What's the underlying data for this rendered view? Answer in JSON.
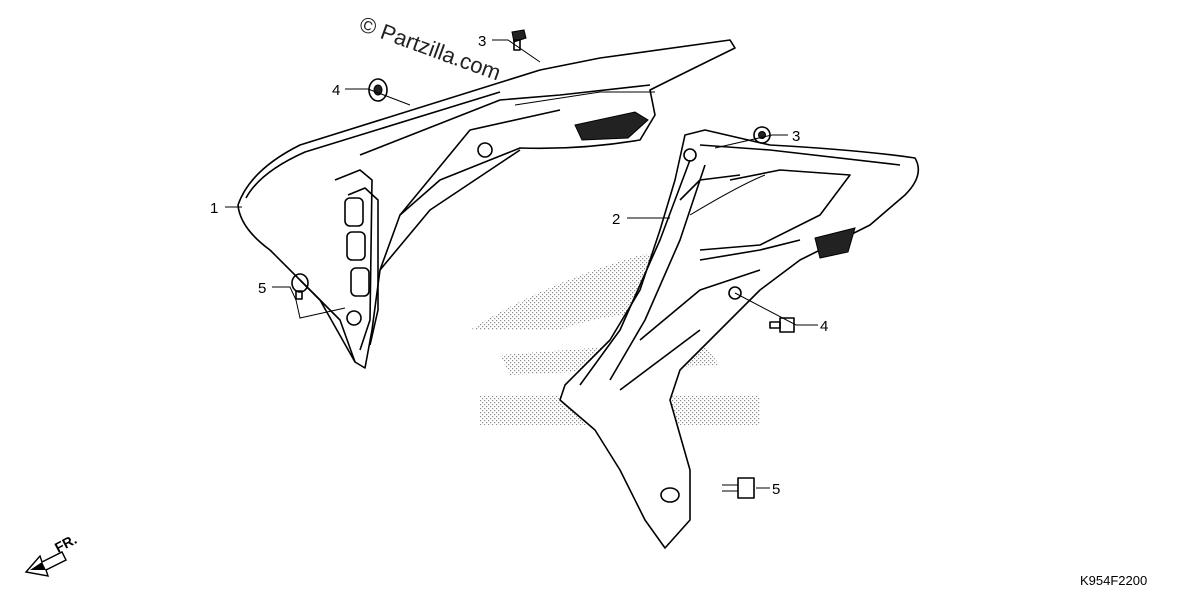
{
  "watermark": "© Partzilla.com",
  "diagram_code": "K954F2200",
  "front_indicator": "FR.",
  "callouts": {
    "part1": "1",
    "part2": "2",
    "part3_left": "3",
    "part3_right": "3",
    "part4_left": "4",
    "part4_right": "4",
    "part5_left": "5",
    "part5_right": "5"
  },
  "colors": {
    "line": "#000000",
    "background": "#ffffff",
    "stipple": "#9a9a9a"
  }
}
